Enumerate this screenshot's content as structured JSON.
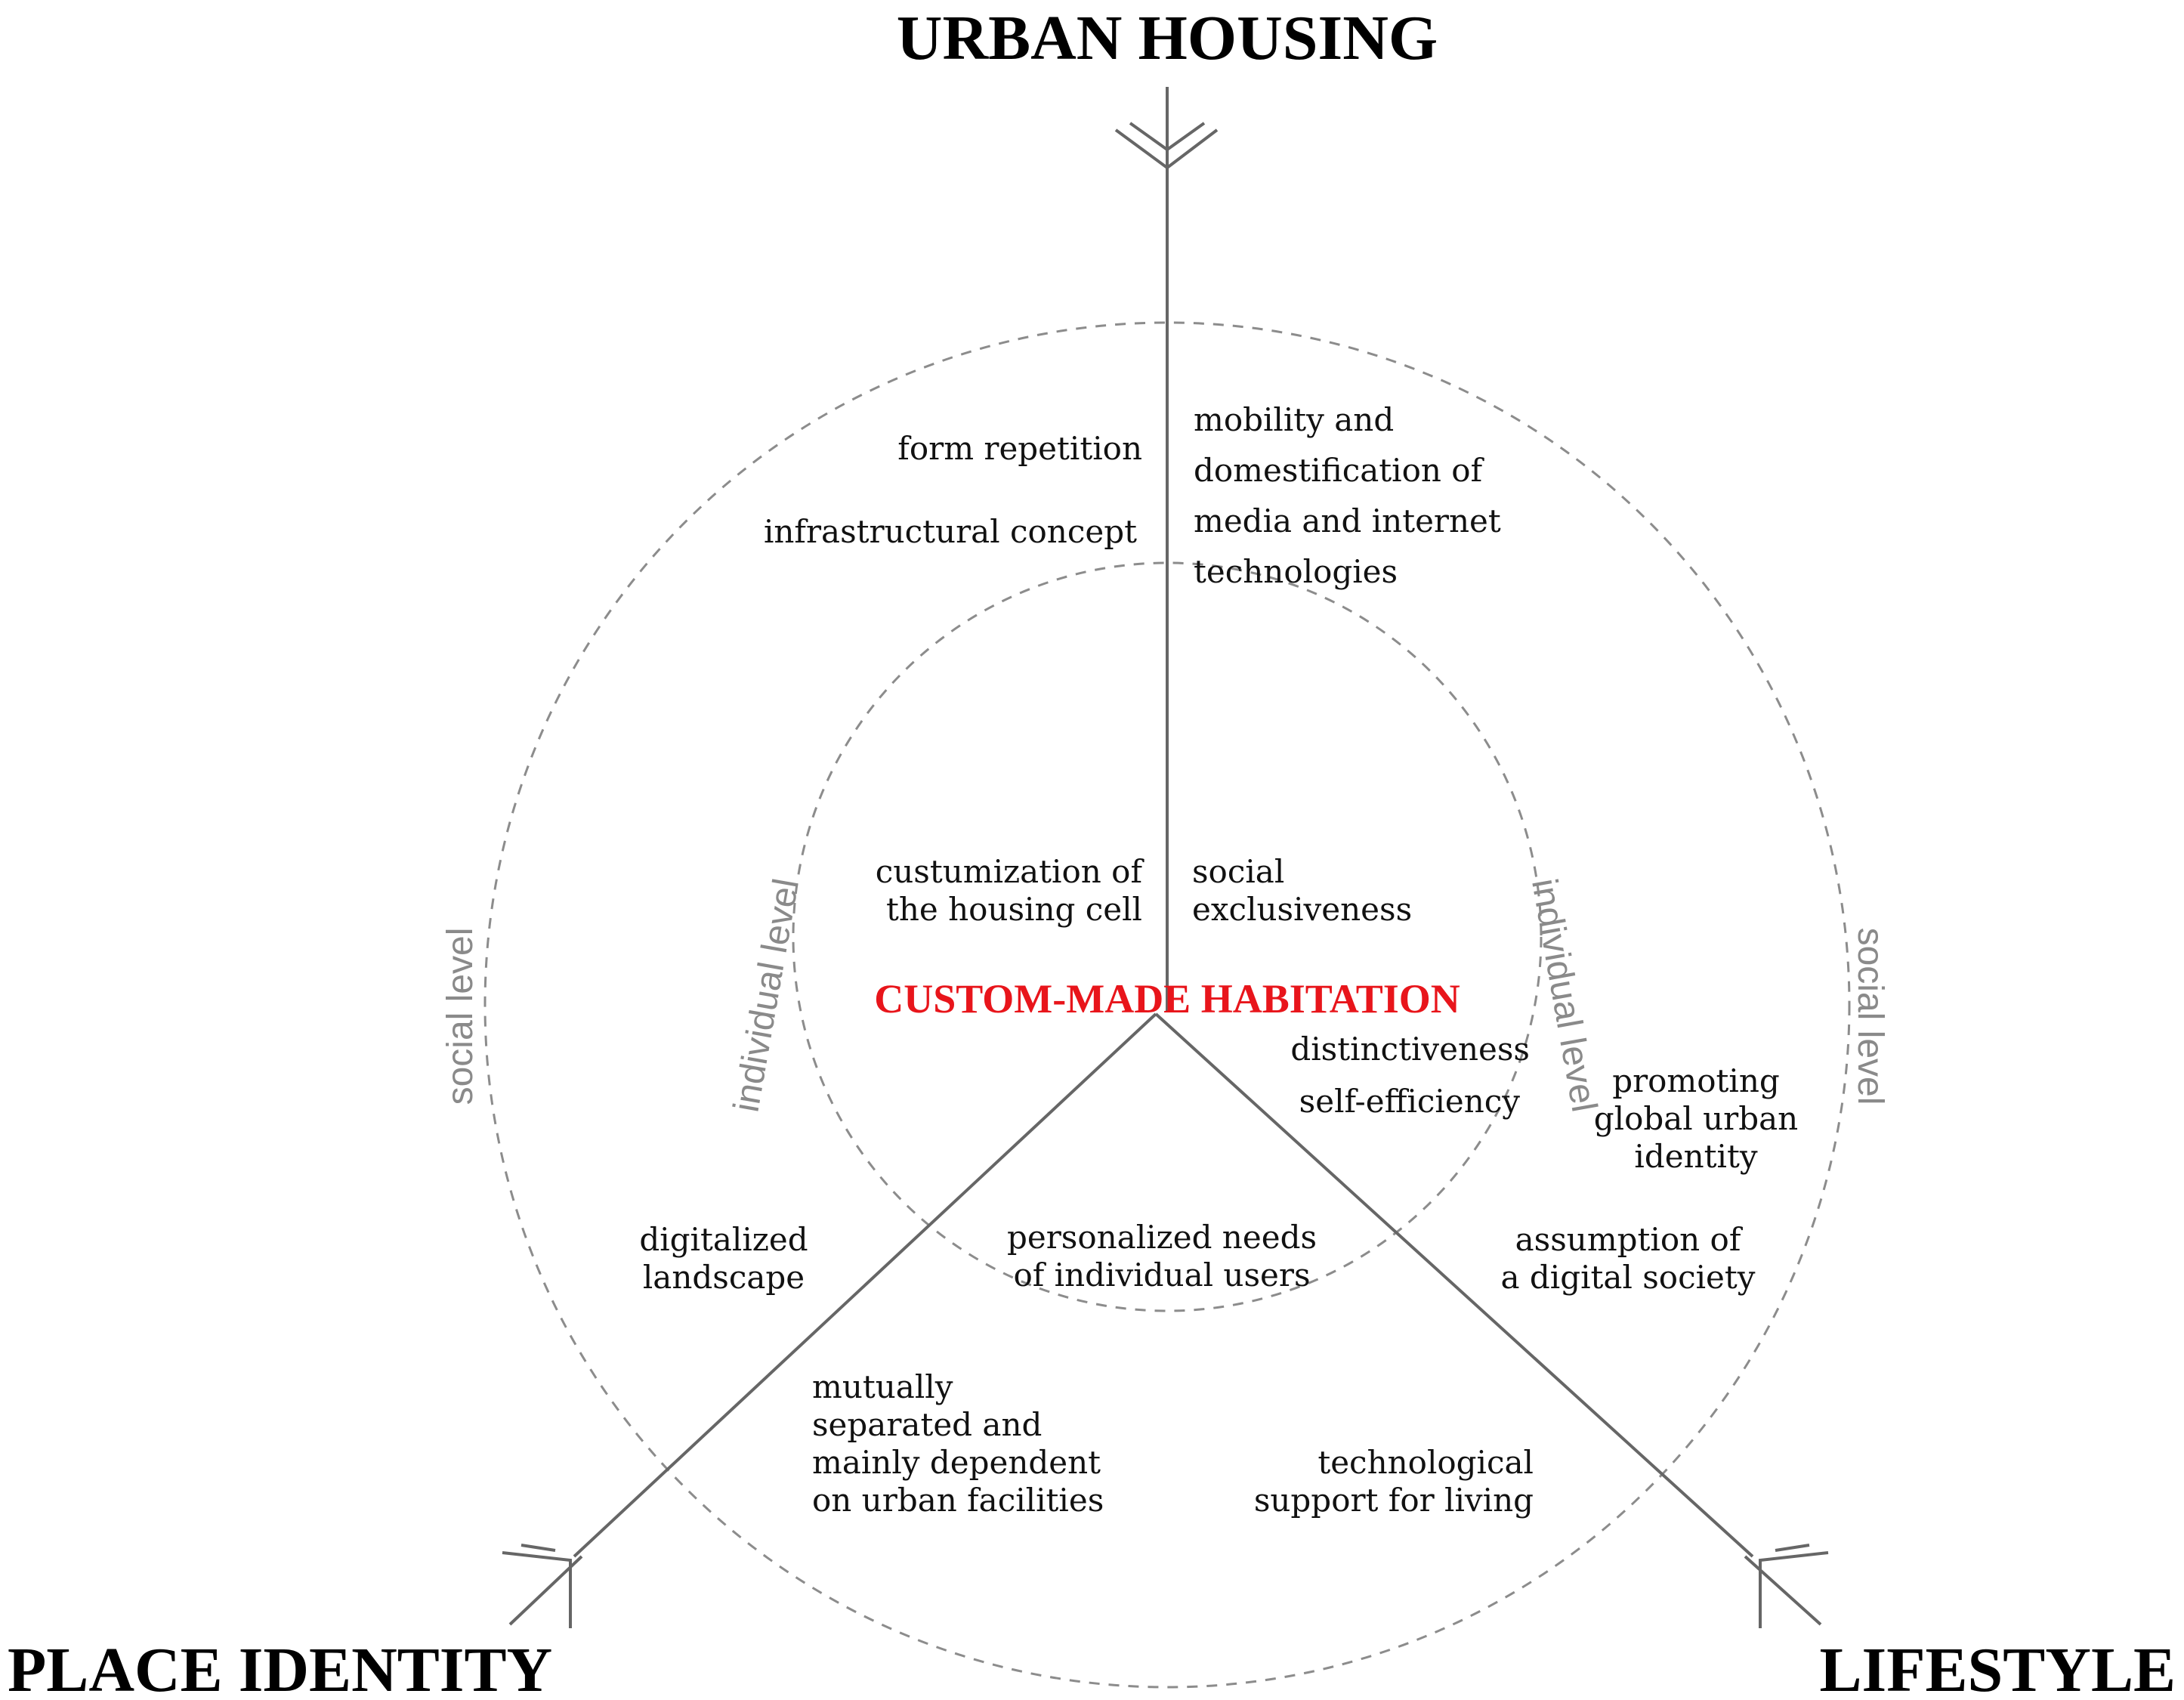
{
  "axes": {
    "top": "URBAN HOUSING",
    "left": "PLACE IDENTITY",
    "right": "LIFESTYLE"
  },
  "center": {
    "label": "CUSTOM-MADE HABITATION",
    "color": "#e8151b"
  },
  "levels": {
    "social": "social level",
    "individual": "individual level"
  },
  "terms": {
    "form_repetition": [
      "form repetition"
    ],
    "infrastructural_concept": [
      "infrastructural concept"
    ],
    "mobility": [
      "mobility and",
      "domestification of",
      "media and internet",
      "technologies"
    ],
    "custumization": [
      "custumization of",
      "the housing cell"
    ],
    "social_exclusiveness": [
      "social",
      "exclusiveness"
    ],
    "distinctiveness": [
      "distinctiveness"
    ],
    "self_efficiency": [
      "self-efficiency"
    ],
    "promoting": [
      "promoting",
      "global urban",
      "identity"
    ],
    "digitalized": [
      "digitalized",
      "landscape"
    ],
    "personalized": [
      "personalized needs",
      "of individual users"
    ],
    "assumption": [
      "assumption of",
      "a digital society"
    ],
    "mutually": [
      "mutually",
      "separated and",
      "mainly dependent",
      "on urban facilities"
    ],
    "technological": [
      "technological",
      "support for living"
    ]
  }
}
